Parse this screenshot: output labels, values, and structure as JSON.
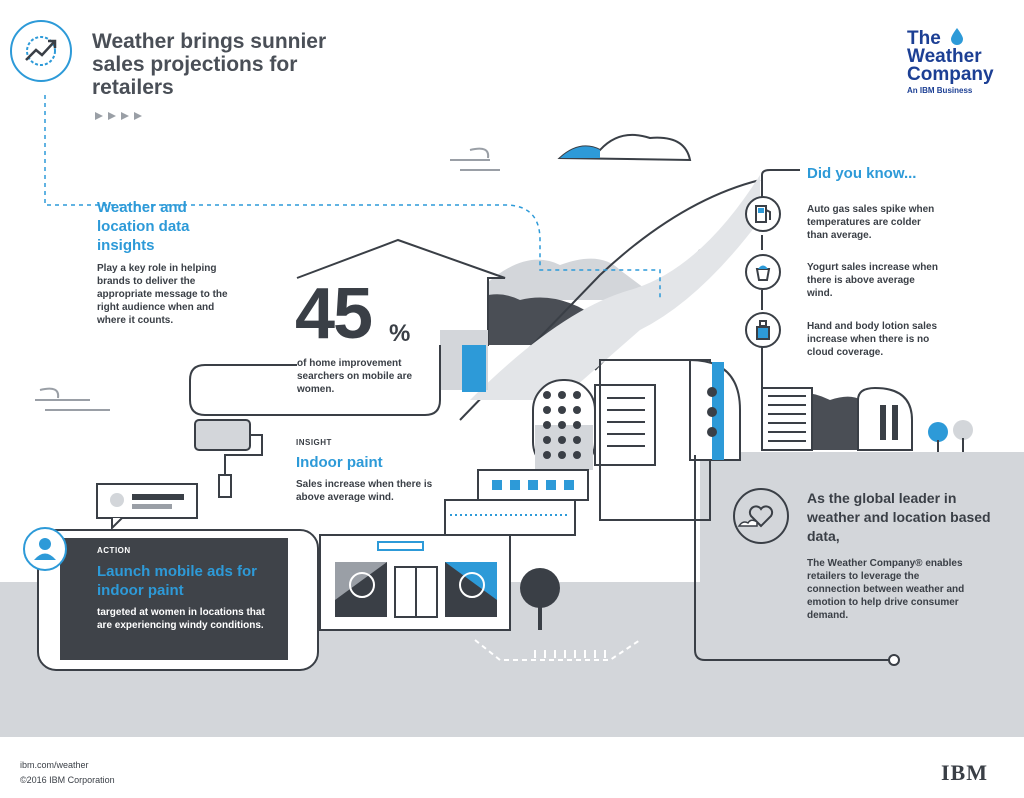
{
  "header": {
    "title": "Weather brings sunnier sales projections for retailers",
    "logo_line1": "The",
    "logo_line2": "Weather",
    "logo_line3": "Company",
    "logo_sub": "An IBM Business"
  },
  "insights": {
    "heading": "Weather and location data insights",
    "body": "Play a key role in helping brands to deliver the appropriate message to the right audience when and where it counts."
  },
  "stat": {
    "value": "45",
    "unit": "%",
    "caption": "of home improvement searchers on mobile are women."
  },
  "insight_block": {
    "label": "INSIGHT",
    "title": "Indoor paint",
    "body": "Sales increase when there is above average wind."
  },
  "action_block": {
    "label": "ACTION",
    "title": "Launch mobile ads for indoor paint",
    "body": "targeted at women in locations that are experiencing windy conditions."
  },
  "did_you_know": {
    "heading": "Did you know...",
    "items": [
      {
        "icon": "gas-pump-icon",
        "text": "Auto gas sales spike when temperatures are colder than average."
      },
      {
        "icon": "yogurt-icon",
        "text": "Yogurt sales increase when there is above average wind."
      },
      {
        "icon": "lotion-icon",
        "text": "Hand and body lotion sales increase when there is no cloud coverage."
      }
    ]
  },
  "leader": {
    "heading": "As the global leader in weather and location based data,",
    "body": "The Weather Company® enables retailers to leverage the connection between weather and emotion to help drive consumer demand."
  },
  "footer": {
    "url": "ibm.com/weather",
    "copyright": "©2016 IBM Corporation",
    "ibm": "IBM"
  },
  "colors": {
    "accent_blue": "#2d9ad8",
    "dark_gray": "#3f4349",
    "mid_gray": "#9a9fa6",
    "light_gray": "#d3d6da",
    "logo_blue": "#1c3f94"
  }
}
